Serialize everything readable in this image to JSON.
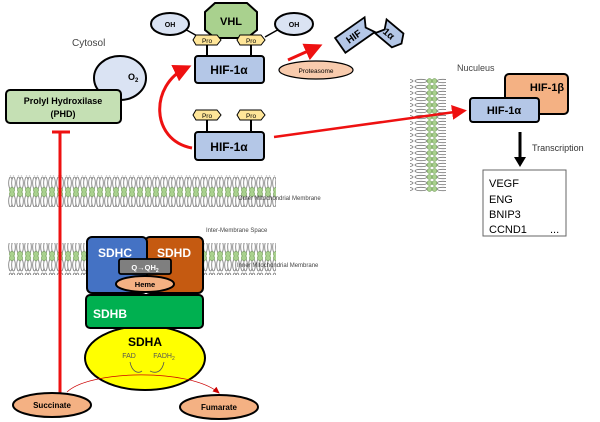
{
  "labels": {
    "cytosol": "Cytosol",
    "nucleus": "Nuculeus",
    "transcription": "Transcription",
    "outer_membrane": "Outer Mitochondrial Membrane",
    "inter_membrane": "Inter-Membrane Space",
    "inner_membrane": "Inner Mitochondrial Membrane"
  },
  "phd": {
    "line1": "Prolyl Hydroxilase",
    "line2": "(PHD)",
    "o2": "O",
    "o2_sub": "2"
  },
  "hif_top": {
    "vhl": "VHL",
    "oh_left": "OH",
    "oh_right": "OH",
    "pro_left": "Pro",
    "pro_right": "Pro",
    "label": "HIF-1α"
  },
  "proteasome": "Proteasome",
  "fragments": {
    "a": "HIF",
    "b": "1α"
  },
  "hif_bottom": {
    "pro_left": "Pro",
    "pro_right": "Pro",
    "label": "HIF-1α"
  },
  "nucleus_complex": {
    "beta": "HIF-1β",
    "alpha": "HIF-1α"
  },
  "genes": [
    "VEGF",
    "ENG",
    "BNIP3",
    "CCND1",
    "..."
  ],
  "sdh": {
    "sdhc": "SDHC",
    "sdhd": "SDHD",
    "q": "Q→QH",
    "q_sub": "2",
    "heme": "Heme",
    "sdhb": "SDHB",
    "sdha": "SDHA",
    "fad": "FAD",
    "fadh": "FADH",
    "fadh_sub": "2"
  },
  "succinate": "Succinate",
  "fumarate": "Fumarate",
  "colors": {
    "red": "#ee1111",
    "hif": "#b4c7e7",
    "phd": "#c5e0b4",
    "vhl": "#a9d18e",
    "pro": "#ffe699",
    "salmon": "#f4b183",
    "sdhc": "#4472c4",
    "sdhd": "#c55a11",
    "sdhb": "#00b050",
    "sdha": "#ffff00"
  }
}
